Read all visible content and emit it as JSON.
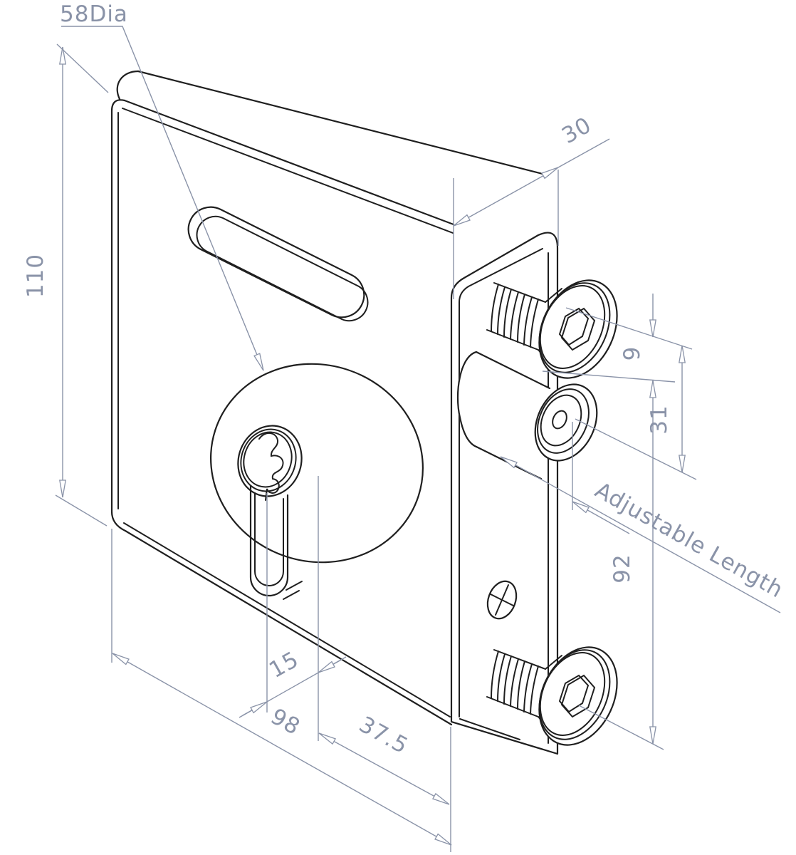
{
  "drawing": {
    "type": "technical-drawing",
    "subject": "gate lock with mounting flange, fixing screws and euro cylinder",
    "background": "#ffffff",
    "geometry_color": "#1f1f1f",
    "dimension_color": "#8a93a8",
    "labels": {
      "diameter": "58Dia",
      "height": "110",
      "depth": "30",
      "screw_to_bolt": "9",
      "bolt_span": "31",
      "screw_span": "92",
      "adjustable": "Adjustable Length",
      "keyway_offset": "15",
      "width": "98",
      "keyway_to_edge": "37.5"
    }
  }
}
